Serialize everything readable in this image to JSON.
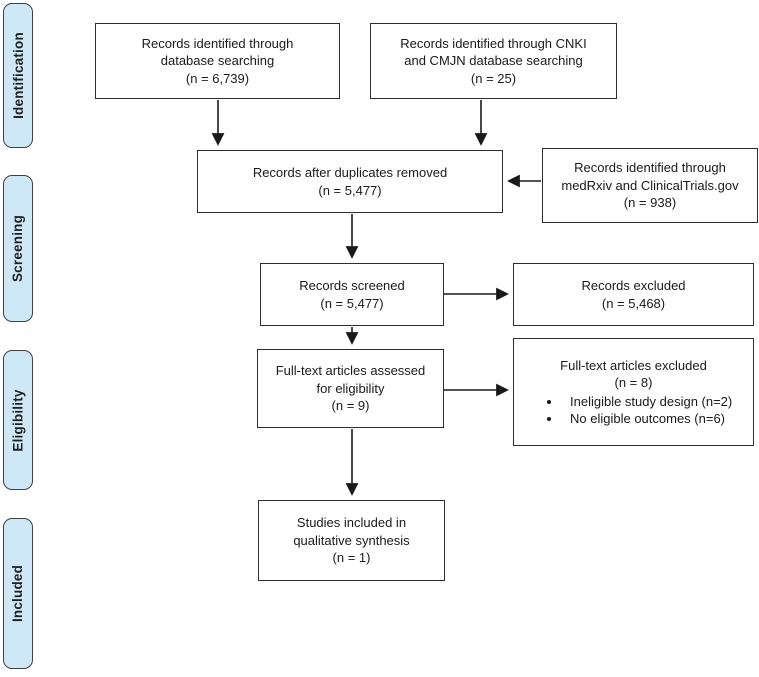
{
  "stages": [
    {
      "label": "Identification"
    },
    {
      "label": "Screening"
    },
    {
      "label": "Eligibility"
    },
    {
      "label": "Included"
    }
  ],
  "boxes": {
    "identified_db": {
      "lines": [
        "Records identified through",
        "database searching",
        "(n = 6,739)"
      ]
    },
    "identified_cnki": {
      "lines": [
        "Records identified through CNKI",
        "and CMJN database searching",
        "(n = 25)"
      ]
    },
    "after_duplicates": {
      "lines": [
        "Records after duplicates removed",
        "(n = 5,477)"
      ]
    },
    "identified_medrxiv": {
      "lines": [
        "Records identified through",
        "medRxiv and ClinicalTrials.gov",
        "(n = 938)"
      ]
    },
    "records_screened": {
      "lines": [
        "Records screened",
        "(n = 5,477)"
      ]
    },
    "records_excluded": {
      "lines": [
        "Records excluded",
        "(n = 5,468)"
      ]
    },
    "fulltext_assessed": {
      "lines": [
        "Full-text articles assessed",
        "for eligibility",
        "(n = 9)"
      ]
    },
    "fulltext_excluded": {
      "lines": [
        "Full-text articles excluded",
        "(n = 8)"
      ],
      "bullets": [
        "Ineligible study design (n=2)",
        "No eligible outcomes (n=6)"
      ]
    },
    "studies_included": {
      "lines": [
        "Studies included in",
        "qualitative synthesis",
        "(n = 1)"
      ]
    }
  },
  "colors": {
    "stage_fill": "#cfe8f8",
    "stage_border": "#404040",
    "box_border": "#2d2d2d",
    "arrow": "#1a1a1a",
    "text": "#1a1a1a"
  }
}
